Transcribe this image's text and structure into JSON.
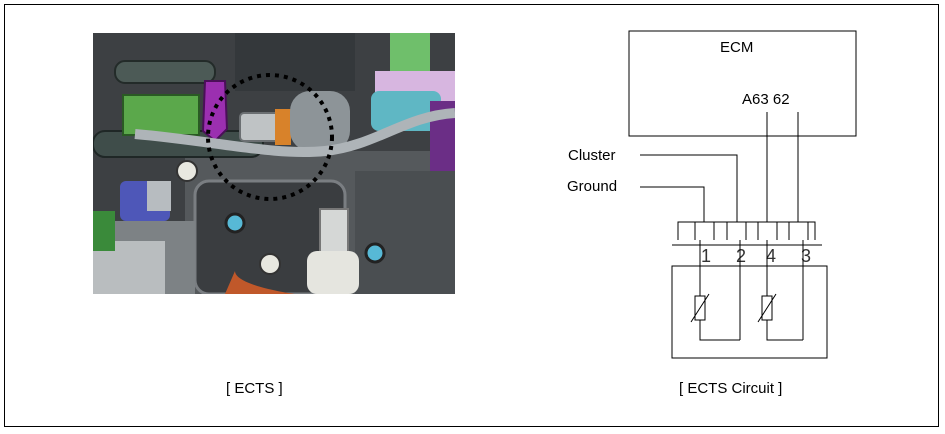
{
  "captions": {
    "photo": "[ ECTS ]",
    "circuit": "[ ECTS Circuit ]"
  },
  "circuit": {
    "module": "ECM",
    "module_pins": "A63 62",
    "wires": [
      "Cluster",
      "Ground"
    ],
    "connector_pins": [
      "1",
      "2",
      "4",
      "3"
    ]
  },
  "colors": {
    "engine_gray": "#5a5d60",
    "hose_green": "#2f6a3d",
    "connector_purple": "#9b2fb0",
    "pipe_cyan": "#5fb7c4",
    "sensor_orange": "#c0582a"
  }
}
